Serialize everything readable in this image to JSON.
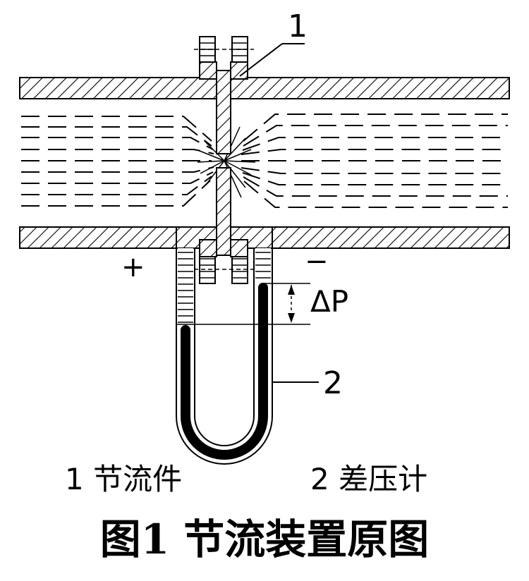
{
  "callouts": {
    "one": "1",
    "two": "2",
    "plus": "+",
    "minus": "−",
    "delta_p": "ΔP"
  },
  "legend": {
    "item1": "1 节流件",
    "item2": "2 差压计"
  },
  "caption": "图1 节流装置原图"
}
